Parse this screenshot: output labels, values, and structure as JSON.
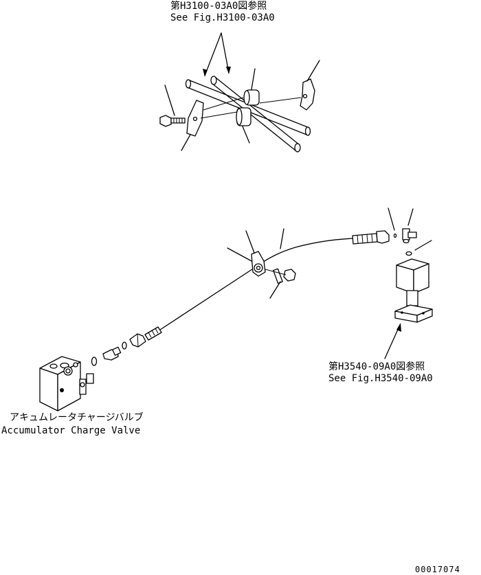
{
  "references": {
    "top": {
      "jp": "第H3100-03A0図参照",
      "en": "See Fig.H3100-03A0"
    },
    "bottom": {
      "jp": "第H3540-09A0図参照",
      "en": "See Fig.H3540-09A0"
    }
  },
  "valve": {
    "jp": "アキュムレータチャージバルブ",
    "en": "Accumulator Charge Valve"
  },
  "drawing_number": "00017074"
}
